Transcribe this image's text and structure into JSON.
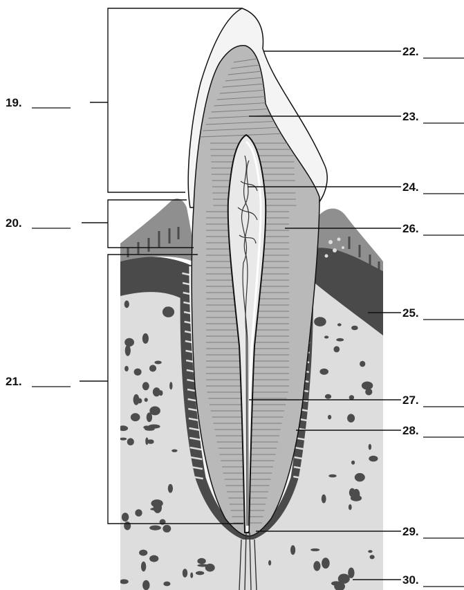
{
  "labels": {
    "left": [
      {
        "id": "19",
        "text": "19."
      },
      {
        "id": "20",
        "text": "20."
      },
      {
        "id": "21",
        "text": "21."
      }
    ],
    "right": [
      {
        "id": "22",
        "text": "22."
      },
      {
        "id": "23",
        "text": "23."
      },
      {
        "id": "24",
        "text": "24."
      },
      {
        "id": "25",
        "text": "25."
      },
      {
        "id": "26",
        "text": "26."
      },
      {
        "id": "27",
        "text": "27."
      },
      {
        "id": "28",
        "text": "28."
      },
      {
        "id": "29",
        "text": "29."
      },
      {
        "id": "30",
        "text": "30."
      }
    ]
  },
  "colors": {
    "line": "#111111",
    "enamel": "#f4f4f4",
    "dentin": "#b9b9b9",
    "pulp": "#e9e9e9",
    "gum": "#8f8f8f",
    "cortical_bone": "#4a4a4a",
    "spongy_bone": "#dddddd",
    "bone_holes": "#4c4c4c"
  }
}
